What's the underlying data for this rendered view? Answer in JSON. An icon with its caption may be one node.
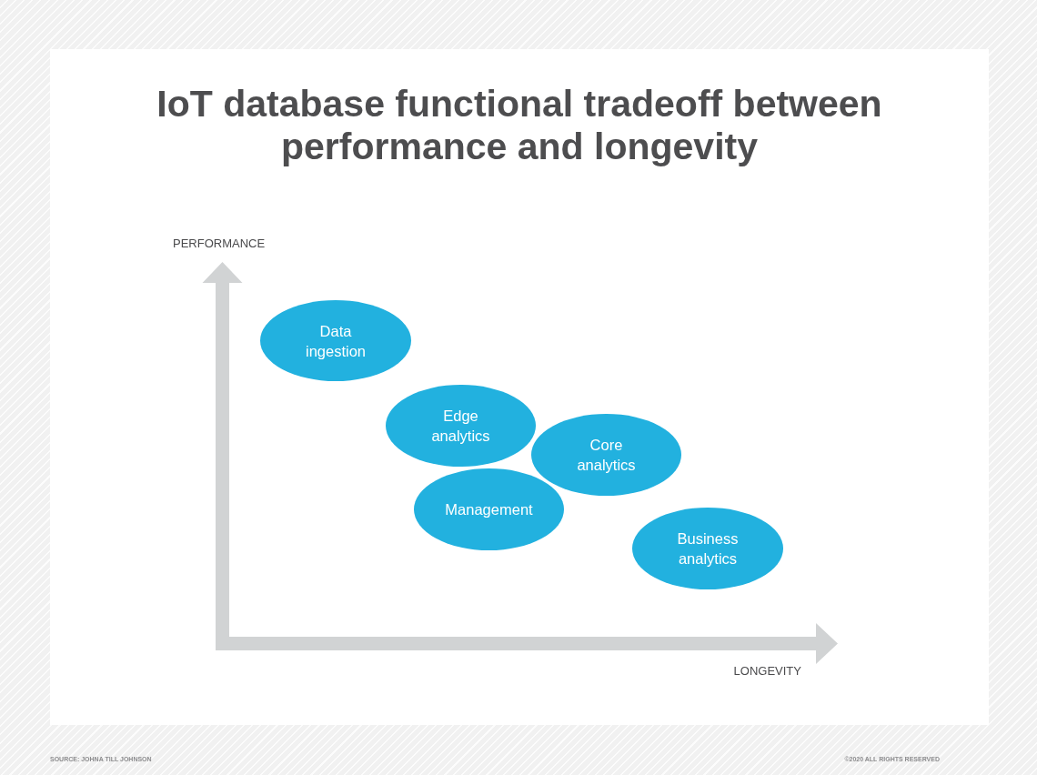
{
  "diagram": {
    "title": "IoT database functional tradeoff between performance and longevity",
    "nodes": [
      {
        "text": [
          "Data ingestion"
        ]
      },
      {
        "text": [
          "Edge analytics"
        ]
      },
      {
        "text": [
          "Core analytics"
        ]
      },
      {
        "text": [
          "Management"
        ]
      },
      {
        "text": [
          "Business analytics"
        ]
      }
    ],
    "labels": [
      "PERFORMANCE",
      "LONGEVITY",
      "SOURCE: JOHNA TILL JOHNSON",
      "©2020 ALL RIGHTS RESERVED"
    ]
  }
}
